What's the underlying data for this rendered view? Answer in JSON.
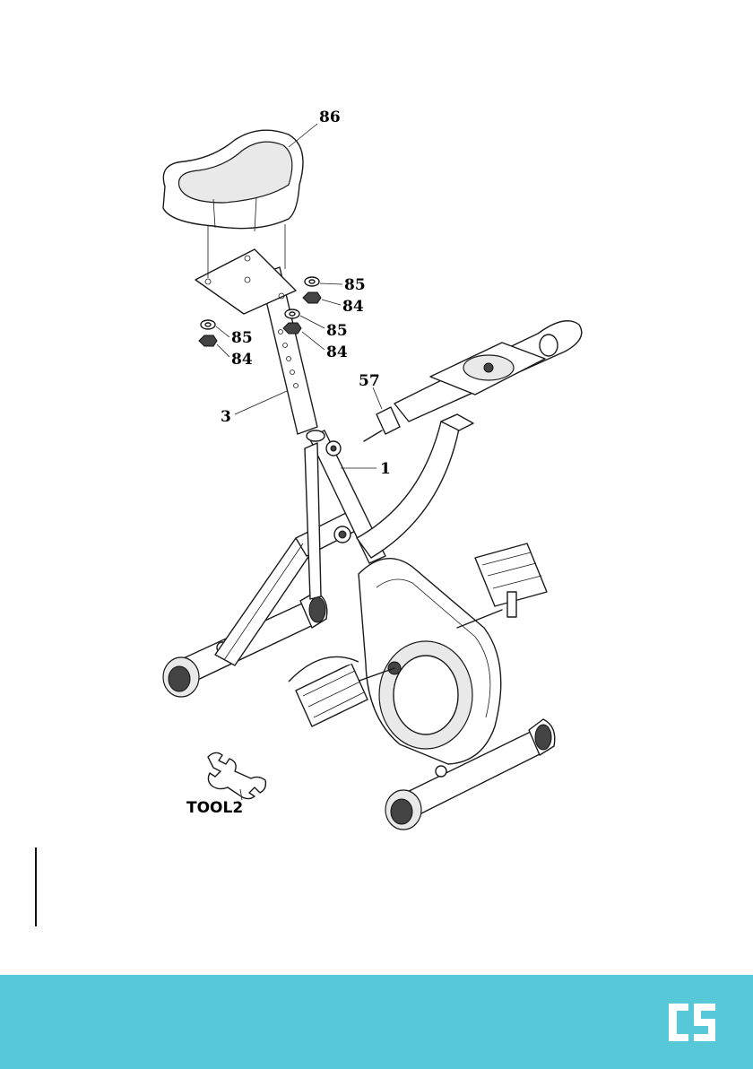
{
  "callouts": {
    "seat": "86",
    "washer_right_top": "85",
    "nut_right_top": "84",
    "washer_right_mid": "85",
    "nut_right_mid": "84",
    "washer_left": "85",
    "nut_left": "84",
    "knob": "57",
    "seat_post": "3",
    "frame": "1"
  },
  "tool_label": "TOOL2",
  "brand": {
    "logo_letters": "CS",
    "footer_color": "#56c8d8"
  }
}
